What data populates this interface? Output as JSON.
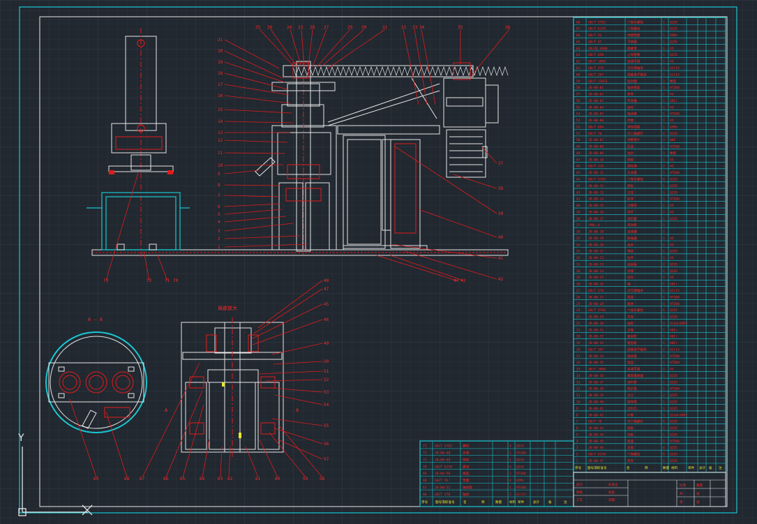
{
  "drawing": {
    "section_title": "A — A",
    "section_tag": "A",
    "detail_title": "局部放大",
    "ucs_y_label": "Y",
    "colors": {
      "background": "#212830",
      "grid_minor": "#2a323b",
      "grid_major": "#323b45",
      "line_cyan": "#19c8d2",
      "line_white": "#e6e6e6",
      "line_red": "#e31b1b",
      "text_red": "#ff2a2a",
      "text_yellow": "#e8e82a"
    }
  },
  "main_callouts": {
    "top": [
      "25",
      "26",
      "24",
      "23",
      "28",
      "27",
      "29",
      "30",
      "31",
      "32",
      "33",
      "34",
      "35",
      "36"
    ],
    "left": [
      "21",
      "20",
      "19",
      "18",
      "17",
      "16",
      "15",
      "14",
      "13",
      "12",
      "11",
      "10",
      "9",
      "8",
      "7",
      "6",
      "5",
      "4",
      "3",
      "2",
      "1"
    ],
    "right": [
      "37",
      "38",
      "39",
      "40",
      "41",
      "42"
    ],
    "bottom": [
      "73",
      "72",
      "71",
      "70",
      "44",
      "43"
    ]
  },
  "detail_callouts": {
    "right": [
      "48",
      "47",
      "45",
      "46",
      "49",
      "50",
      "51",
      "52",
      "53",
      "54",
      "55",
      "56",
      "57"
    ],
    "bottom": [
      "69",
      "68",
      "67",
      "66",
      "65",
      "64",
      "63",
      "62",
      "61",
      "60",
      "59",
      "58"
    ]
  },
  "main_bom": {
    "header": [
      "序号",
      "图号或标准号",
      "名",
      "称",
      "数量",
      "材料",
      "单件",
      "总计",
      "备",
      "注"
    ],
    "rows": [
      [
        "68",
        "GB/T 5782",
        "六角头螺栓",
        "1",
        "Q235"
      ],
      [
        "67",
        "GB/T 6170",
        "六角螺母",
        "1",
        "Q235"
      ],
      [
        "66",
        "GB/T 93",
        "弹簧垫圈",
        "1",
        "65Mn"
      ],
      [
        "65",
        "GB/T 97",
        "平垫圈",
        "1",
        "Q235"
      ],
      [
        "64",
        "JB/ZQ 4606",
        "圆螺母",
        "1",
        "45"
      ],
      [
        "63",
        "GB/T 858",
        "止动垫圈",
        "1",
        "Q235"
      ],
      [
        "62",
        "GB/T 1096",
        "普通平键",
        "1",
        "45"
      ],
      [
        "61",
        "GB/T 276",
        "深沟球轴承",
        "1",
        "GCr15"
      ],
      [
        "60",
        "GB/T 297",
        "圆锥滚子轴承",
        "1",
        "GCr15"
      ],
      [
        "59",
        "GB/T 13871",
        "密封圈",
        "2",
        "橡胶"
      ],
      [
        "58",
        "JB-00-01",
        "轴承端盖",
        "1",
        "HT200"
      ],
      [
        "57",
        "JB-00-02",
        "套筒",
        "1",
        "45"
      ],
      [
        "56",
        "JB-00-03",
        "传动轴",
        "1",
        "40Cr"
      ],
      [
        "55",
        "JB-00-04",
        "齿轮",
        "1",
        "45"
      ],
      [
        "54",
        "JB-00-05",
        "轴承座",
        "1",
        "HT200"
      ],
      [
        "53",
        "JB-00-06",
        "挡圈",
        "1",
        "45"
      ],
      [
        "52",
        "GB/T 894",
        "弹性挡圈",
        "1",
        "65Mn"
      ],
      [
        "51",
        "GB/T 70",
        "内六角螺钉",
        "4",
        "Q235"
      ],
      [
        "50",
        "JB-00-07",
        "调整垫片",
        "2",
        "08F"
      ],
      [
        "49",
        "JB-00-08",
        "压盖",
        "1",
        "HT200"
      ],
      [
        "48",
        "JB-00-09",
        "油封",
        "1",
        "橡胶"
      ],
      [
        "47",
        "JB-00-10",
        "隔套",
        "1",
        "45"
      ],
      [
        "46",
        "GB/T 119",
        "圆柱销",
        "2",
        "45"
      ],
      [
        "45",
        "JB-00-11",
        "支承座",
        "1",
        "HT200"
      ],
      [
        "44",
        "GB/T 5783",
        "六角头螺栓",
        "8",
        "Q235"
      ],
      [
        "43",
        "JB-00-12",
        "底板",
        "1",
        "Q235"
      ],
      [
        "42",
        "JB-00-13",
        "立柱",
        "1",
        "Q235"
      ],
      [
        "41",
        "JB-00-14",
        "缸体",
        "1",
        "HT200"
      ],
      [
        "40",
        "JB-00-15",
        "活塞杆",
        "1",
        "45"
      ],
      [
        "39",
        "JB-00-16",
        "导杆",
        "2",
        "45"
      ],
      [
        "38",
        "JB-00-17",
        "电机座",
        "1",
        "Q235"
      ],
      [
        "37",
        "Y90L-4",
        "电动机",
        "1",
        ""
      ],
      [
        "36",
        "JB-00-18",
        "减速器",
        "1",
        ""
      ],
      [
        "35",
        "JB-00-19",
        "联轴器",
        "1",
        "45"
      ],
      [
        "34",
        "JB-00-20",
        "齿条",
        "1",
        "45"
      ],
      [
        "33",
        "JB-00-21",
        "横梁",
        "1",
        "Q235"
      ],
      [
        "32",
        "JB-00-22",
        "拉杆",
        "2",
        "45"
      ],
      [
        "31",
        "JB-00-23",
        "连接板",
        "2",
        "Q235"
      ],
      [
        "30",
        "JB-00-24",
        "斜撑",
        "1",
        "Q235"
      ],
      [
        "29",
        "JB-00-25",
        "齿轮",
        "1",
        "45"
      ],
      [
        "28",
        "JB-00-26",
        "轴",
        "1",
        "40Cr"
      ],
      [
        "27",
        "GB/T 276",
        "深沟球轴承",
        "2",
        "GCr15"
      ],
      [
        "26",
        "JB-00-27",
        "端盖",
        "1",
        "HT200"
      ],
      [
        "25",
        "JB-00-28",
        "箱体",
        "1",
        "HT200"
      ],
      [
        "24",
        "GB/T 5782",
        "六角头螺栓",
        "6",
        "Q235"
      ],
      [
        "23",
        "JB-00-29",
        "支架",
        "1",
        "Q235"
      ],
      [
        "22",
        "JB-00-30",
        "轴套",
        "1",
        "ZCuSn10P1"
      ],
      [
        "21",
        "JB-00-31",
        "主轴",
        "1",
        "40Cr"
      ],
      [
        "20",
        "JB-00-32",
        "锥齿轮",
        "1",
        "40Cr"
      ],
      [
        "19",
        "JB-00-33",
        "锥齿轮",
        "1",
        "40Cr"
      ],
      [
        "18",
        "GB/T 297",
        "圆锥滚子轴承",
        "2",
        "GCr15"
      ],
      [
        "17",
        "JB-00-34",
        "轴承座",
        "1",
        "HT200"
      ],
      [
        "16",
        "JB-00-35",
        "端盖",
        "1",
        "HT200"
      ],
      [
        "15",
        "GB/T 1096",
        "普通平键",
        "2",
        "45"
      ],
      [
        "14",
        "JB-00-36",
        "螺旋输送器",
        "1",
        "Q235"
      ],
      [
        "13",
        "JB-00-37",
        "进料管",
        "1",
        "Q235"
      ],
      [
        "12",
        "JB-00-38",
        "密封盖",
        "1",
        "HT200"
      ],
      [
        "11",
        "JB-00-39",
        "法兰",
        "2",
        "Q235"
      ],
      [
        "10",
        "JB-00-40",
        "搅拌筒",
        "1",
        "Q235"
      ],
      [
        "9",
        "JB-00-41",
        "出料口",
        "1",
        "Q235"
      ],
      [
        "8",
        "JB-00-42",
        "衬套",
        "1",
        "ZCuSn10P1"
      ],
      [
        "7",
        "GB/T 70",
        "内六角螺钉",
        "8",
        "Q235"
      ],
      [
        "6",
        "JB-00-43",
        "隔板",
        "1",
        "Q235"
      ],
      [
        "5",
        "JB-00-44",
        "挡板",
        "1",
        "Q235"
      ],
      [
        "4",
        "JB-00-45",
        "底座",
        "1",
        "HT200"
      ],
      [
        "3",
        "JB-00-46",
        "支腿",
        "4",
        "Q235"
      ],
      [
        "2",
        "GB/T 6170",
        "六角螺母",
        "8",
        "Q235"
      ],
      [
        "1",
        "JB-00-47",
        "机架",
        "1",
        "Q235"
      ]
    ]
  },
  "lower_bom": {
    "header": [
      "序号",
      "图号或标准号",
      "名",
      "称",
      "数量",
      "材料",
      "单件",
      "总计",
      "备",
      "注"
    ],
    "rows": [
      [
        "73",
        "GB/T 5782",
        "螺栓",
        "4",
        "Q235"
      ],
      [
        "72",
        "JB-00-48",
        "支座",
        "1",
        "HT200"
      ],
      [
        "71",
        "JB-00-49",
        "垫板",
        "1",
        "Q235"
      ],
      [
        "70",
        "GB/T 6170",
        "螺母",
        "4",
        "Q235"
      ],
      [
        "69",
        "JB-00-50",
        "端盖",
        "1",
        "HT200"
      ],
      [
        "68",
        "GB/T 93",
        "垫圈",
        "4",
        "65Mn"
      ],
      [
        "67",
        "JB-00-51",
        "轴承座",
        "1",
        "HT200"
      ],
      [
        "66",
        "GB/T 276",
        "轴承",
        "2",
        "GCr15"
      ]
    ]
  },
  "title_block": {
    "cells": [
      "设计",
      "审核",
      "工艺",
      "标准化",
      "批准",
      "日期",
      "比例",
      "重量",
      "共",
      "张",
      "第",
      "张"
    ]
  }
}
